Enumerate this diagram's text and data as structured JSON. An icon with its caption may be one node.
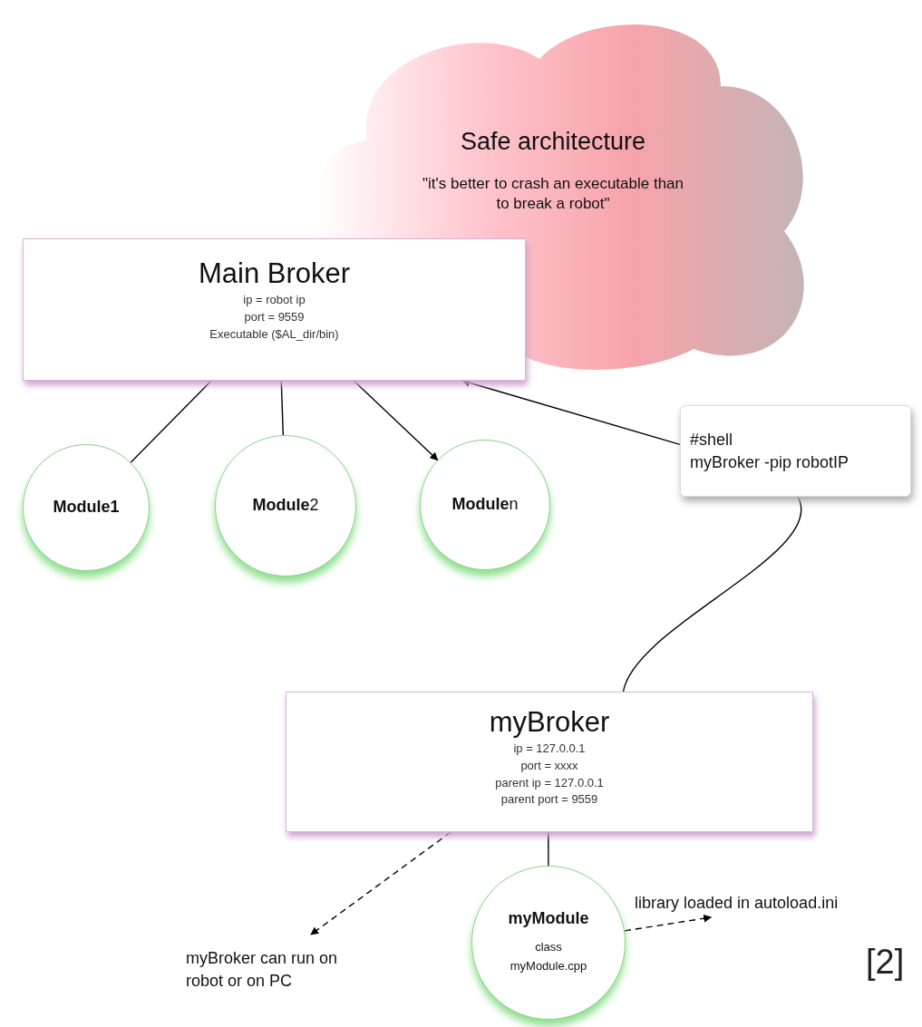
{
  "diagram": {
    "nodes": [
      {
        "text": [
          "Safe architecture",
          "\"it's better to crash an executable than to break a robot\""
        ]
      },
      {
        "text": [
          "Main Broker",
          "ip = robot ip",
          "port = 9559",
          "Executable ($AL_dir/bin)"
        ]
      },
      {
        "text": [
          "**Module1**"
        ]
      },
      {
        "text": [
          "**Module**2"
        ]
      },
      {
        "text": [
          "**Module**n"
        ]
      },
      {
        "text": [
          "#shell",
          "myBroker -pip robotIP"
        ]
      },
      {
        "text": [
          "myBroker",
          "ip = 127.0.0.1",
          "port = xxxx",
          "parent ip = 127.0.0.1",
          "parent port = 9559"
        ]
      },
      {
        "text": [
          "myModule",
          "class",
          "myModule.cpp"
        ]
      },
      {
        "text": [
          "myBroker can run on robot or on PC"
        ]
      },
      {
        "text": [
          "library loaded in autoload.ini"
        ]
      }
    ],
    "edges": [
      {
        "from": 1,
        "to": 2,
        "arrow": "none"
      },
      {
        "from": 1,
        "to": 3,
        "arrow": "none"
      },
      {
        "from": 1,
        "to": 4,
        "arrow": "to"
      },
      {
        "from": 5,
        "to": 1,
        "arrow": "to"
      },
      {
        "from": 5,
        "to": 6,
        "arrow": "none"
      },
      {
        "from": 6,
        "to": 7,
        "arrow": "none"
      },
      {
        "from": 6,
        "to": 8,
        "arrow": "to",
        "style": "dashed"
      },
      {
        "from": 7,
        "to": 9,
        "arrow": "to",
        "style": "dashed"
      }
    ],
    "labels": [
      "[2]"
    ]
  }
}
